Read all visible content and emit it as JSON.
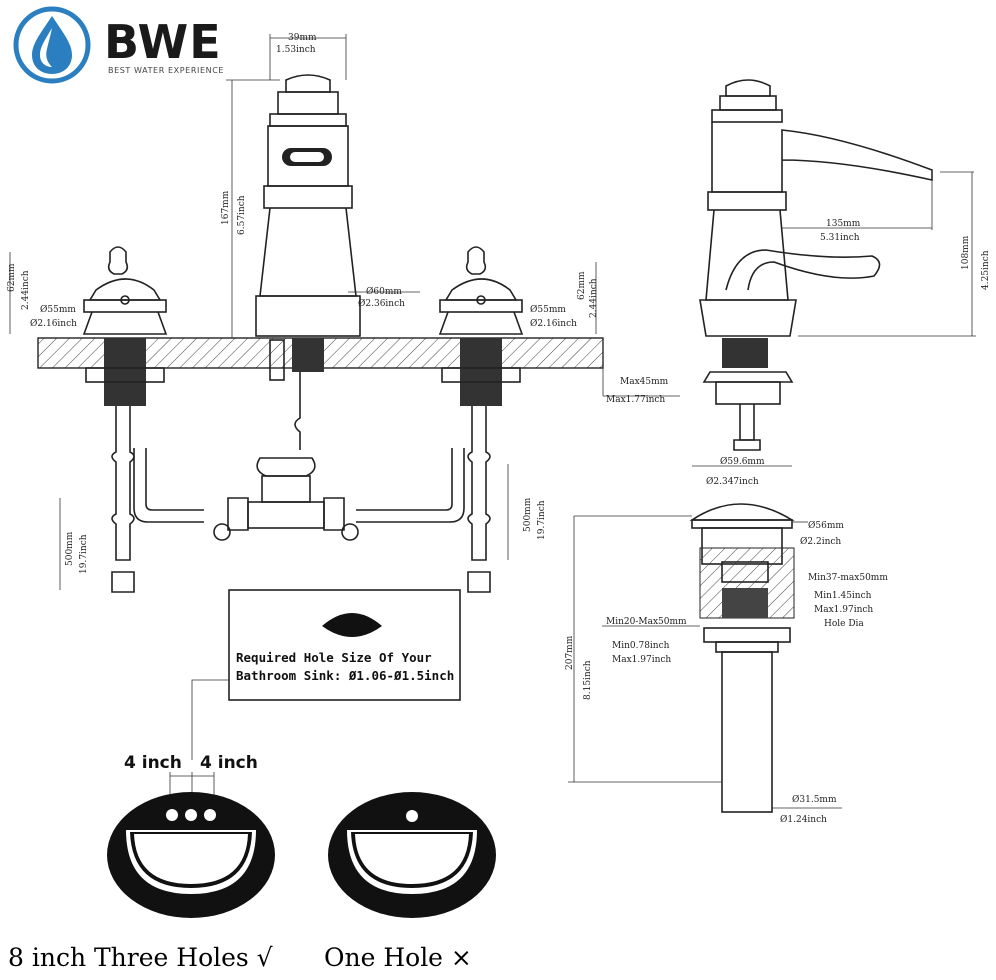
{
  "brand": {
    "name": "BWE",
    "tagline": "BEST WATER EXPERIENCE",
    "color_blue": "#2b7fc1"
  },
  "front_view": {
    "spout_top_mm": "39mm",
    "spout_top_inch": "1.53inch",
    "spout_height_mm": "167mm",
    "spout_height_inch": "6.57inch",
    "spout_base_mm": "Ø60mm",
    "spout_base_inch": "Ø2.36inch",
    "left_handle_height_mm": "62mm",
    "left_handle_height_inch": "2.44inch",
    "left_handle_base_mm": "Ø55mm",
    "left_handle_base_inch": "Ø2.16inch",
    "right_handle_base_mm": "Ø55mm",
    "right_handle_base_inch": "Ø2.16inch",
    "right_handle_height_mm": "62mm",
    "right_handle_height_inch": "2.44inch",
    "deck_max_mm": "Max45mm",
    "deck_max_inch": "Max1.77inch",
    "left_hose_mm": "500mm",
    "left_hose_inch": "19.7inch",
    "right_hose_mm": "500mm",
    "right_hose_inch": "19.7inch"
  },
  "side_view": {
    "reach_mm": "135mm",
    "reach_inch": "5.31inch",
    "height_mm": "108mm",
    "height_inch": "4.25inch"
  },
  "drain": {
    "top_mm": "Ø59.6mm",
    "top_inch": "Ø2.347inch",
    "cap_mm": "Ø56mm",
    "cap_inch": "Ø2.2inch",
    "thickness_range_mm": "Min37-max50mm",
    "thickness_min_inch": "Min1.45inch",
    "thickness_max_inch": "Max1.97inch",
    "hole_label": "Hole Dia",
    "deck_range_mm": "Min20-Max50mm",
    "deck_min_inch": "Min0.78inch",
    "deck_max_inch": "Max1.97inch",
    "total_mm": "207mm",
    "total_inch": "8.15inch",
    "tail_mm": "Ø31.5mm",
    "tail_inch": "Ø1.24inch"
  },
  "hole_note": {
    "line1": "Required Hole Size Of Your",
    "line2": "Bathroom Sink: Ø1.06-Ø1.5inch"
  },
  "spacing": {
    "left": "4 inch",
    "right": "4 inch"
  },
  "captions": {
    "three_holes": "8 inch Three Holes √",
    "one_hole": "One Hole ×"
  }
}
